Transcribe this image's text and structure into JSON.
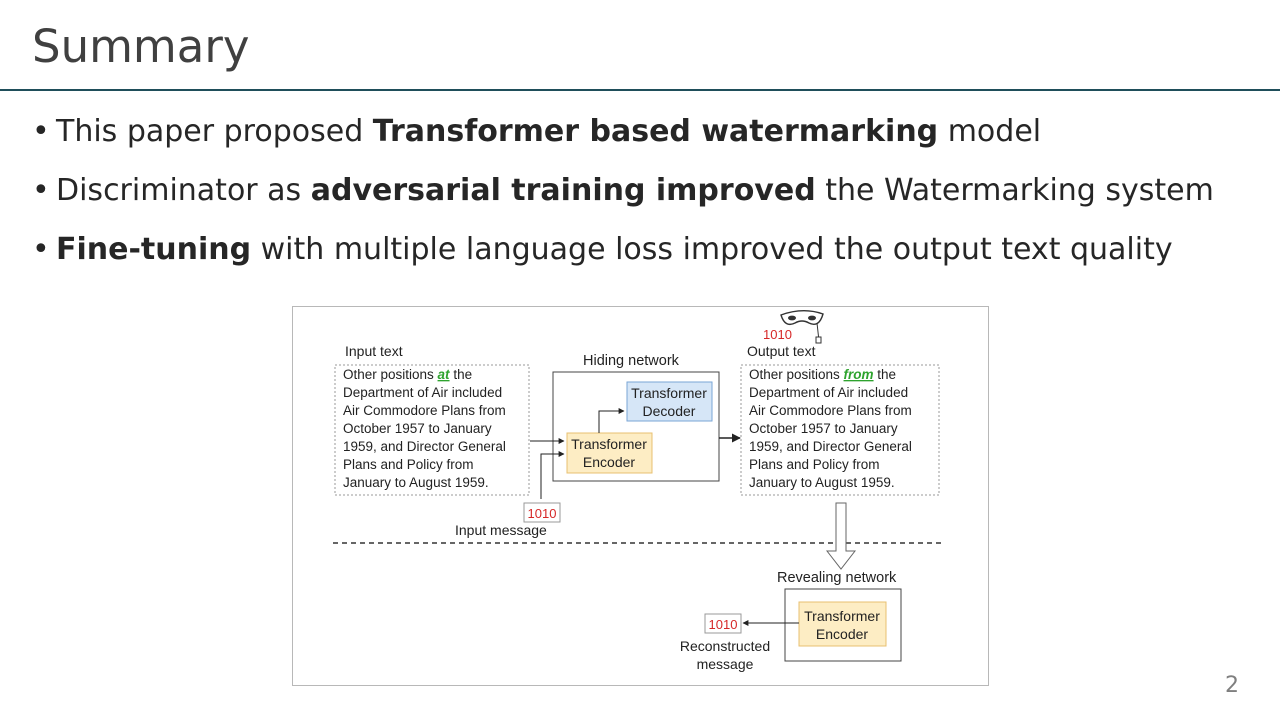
{
  "slide": {
    "title": "Summary",
    "page_number": "2"
  },
  "bullets": [
    {
      "pre": "This paper proposed ",
      "bold": "Transformer based watermarking",
      "post": " model"
    },
    {
      "pre": "Discriminator as ",
      "bold": "adversarial training improved",
      "post": " the Watermarking system"
    },
    {
      "pre": "",
      "bold": "Fine-tuning",
      "post": " with multiple language loss improved the output text quality"
    }
  ],
  "diagram": {
    "input_label": "Input text",
    "input_lines": [
      {
        "pre": "Other positions ",
        "highlight": "at",
        "post": " the"
      },
      {
        "pre": "Department of Air included",
        "highlight": "",
        "post": ""
      },
      {
        "pre": "Air Commodore Plans from",
        "highlight": "",
        "post": ""
      },
      {
        "pre": "October 1957 to January",
        "highlight": "",
        "post": ""
      },
      {
        "pre": "1959, and Director General",
        "highlight": "",
        "post": ""
      },
      {
        "pre": "Plans and Policy from",
        "highlight": "",
        "post": ""
      },
      {
        "pre": "January to August 1959.",
        "highlight": "",
        "post": ""
      }
    ],
    "hiding_network_label": "Hiding network",
    "hiding_decoder": [
      "Transformer",
      "Decoder"
    ],
    "hiding_encoder": [
      "Transformer",
      "Encoder"
    ],
    "input_message_bits": "1010",
    "input_message_label": "Input message",
    "output_bits": "1010",
    "output_label": "Output text",
    "output_lines": [
      {
        "pre": "Other positions ",
        "highlight": "from",
        "post": " the"
      },
      {
        "pre": "Department of Air included",
        "highlight": "",
        "post": ""
      },
      {
        "pre": "Air Commodore Plans from",
        "highlight": "",
        "post": ""
      },
      {
        "pre": "October 1957 to January",
        "highlight": "",
        "post": ""
      },
      {
        "pre": "1959, and Director General",
        "highlight": "",
        "post": ""
      },
      {
        "pre": "Plans and Policy from",
        "highlight": "",
        "post": ""
      },
      {
        "pre": "January to August 1959.",
        "highlight": "",
        "post": ""
      }
    ],
    "revealing_network_label": "Revealing network",
    "revealing_encoder": [
      "Transformer",
      "Encoder"
    ],
    "reconstructed_bits": "1010",
    "reconstructed_label": [
      "Reconstructed",
      "message"
    ],
    "colors": {
      "highlight_green": "#2ea32e",
      "bits_red": "#d62828",
      "decoder_fill": "#d6e6f7",
      "encoder_fill": "#fdedc4",
      "encoder_stroke": "#e8c070"
    }
  }
}
